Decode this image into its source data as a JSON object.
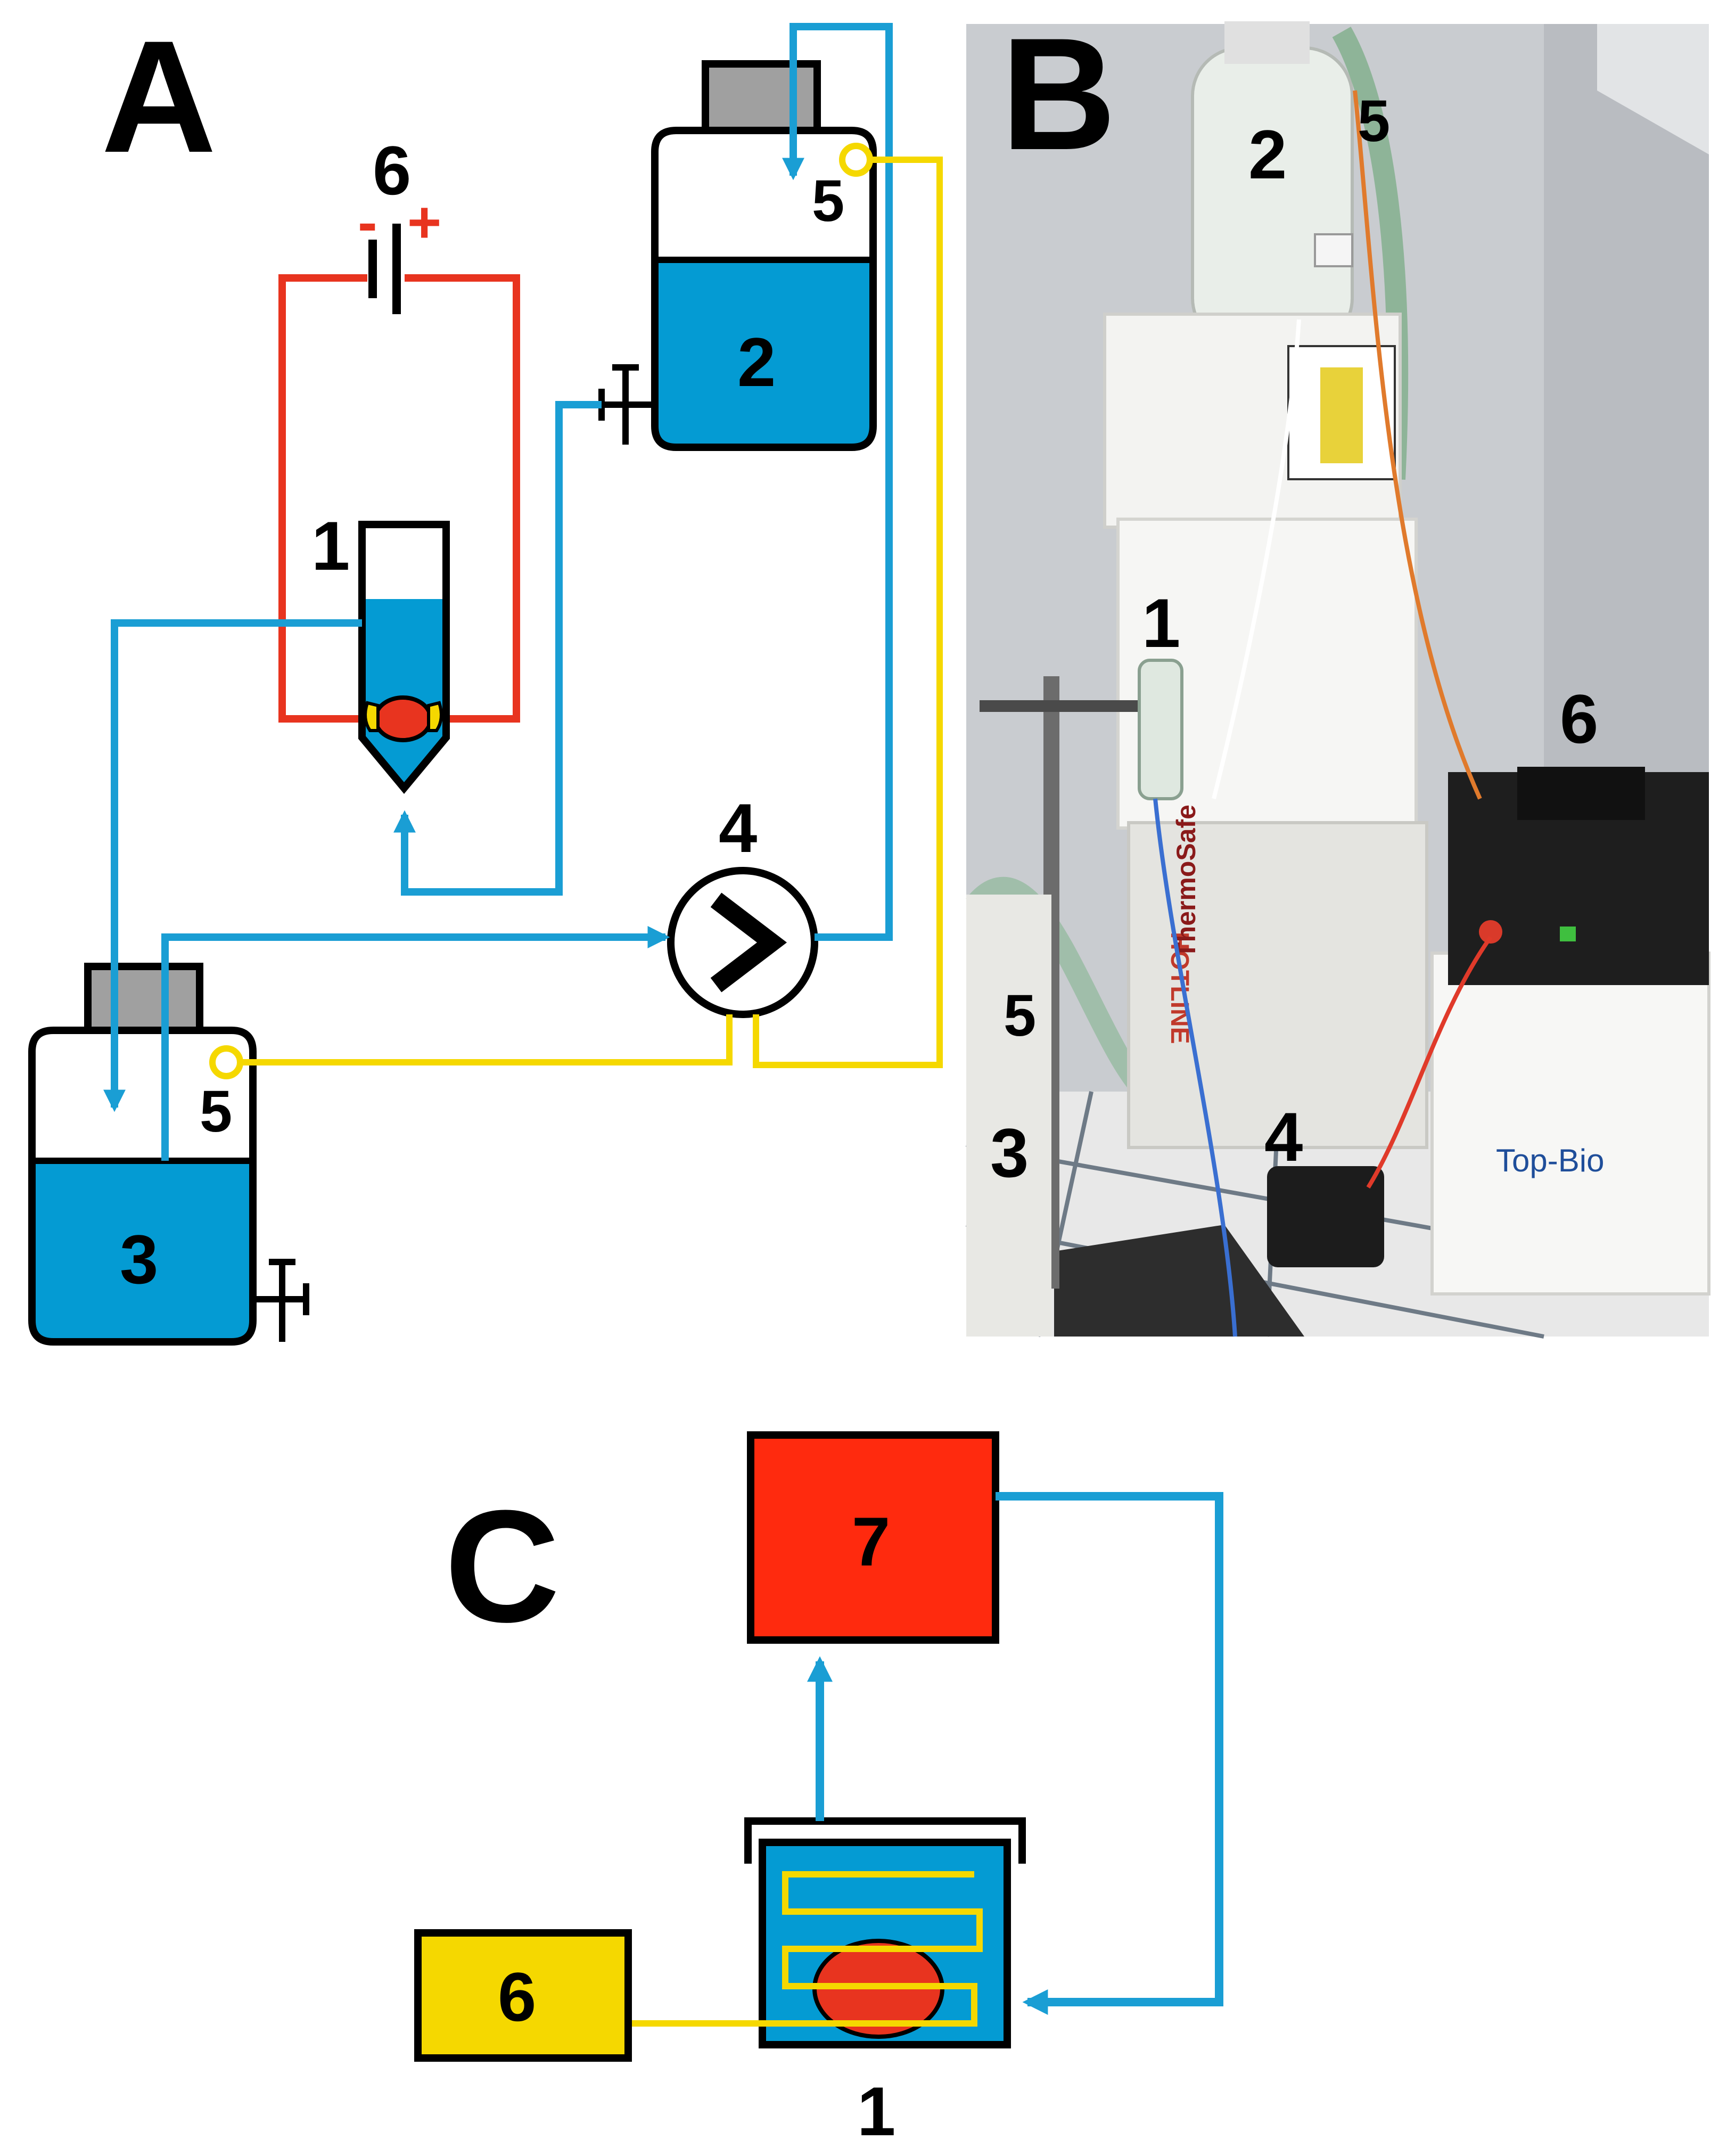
{
  "panels": {
    "a": {
      "letter": "A",
      "labels": {
        "cell": "1",
        "tank_upper": "2",
        "tank_lower": "3",
        "pump": "4",
        "sensor_upper": "5",
        "sensor_lower": "5",
        "power": "6",
        "polarity_neg": "-",
        "polarity_pos": "+"
      }
    },
    "b": {
      "letter": "B",
      "photo_labels": {
        "cell": "1",
        "tank_upper": "2",
        "tank_lower": "3",
        "pump": "4",
        "sensor_upper": "5",
        "sensor_lower": "5",
        "power_supply": "6"
      },
      "photo_texts": {
        "box_upper": "HOTLINE",
        "box_brand": "ThermoSafe",
        "box_side": "Top-Bio"
      }
    },
    "c": {
      "letter": "C",
      "labels": {
        "chamber": "1",
        "heater": "6",
        "unit": "7"
      }
    }
  },
  "colors": {
    "water_blue": "#049bd3",
    "flow_blue": "#1a9ed4",
    "wire_red": "#e8341f",
    "sensor_yellow": "#f5d800",
    "unit_red": "#ff2a0e",
    "tank_cap_gray": "#a0a0a0",
    "photo_wall": "#c9ccd0"
  },
  "icons": [
    "battery-icon",
    "pump-icon",
    "valve-icon",
    "arrow-icon",
    "sample-icon"
  ]
}
